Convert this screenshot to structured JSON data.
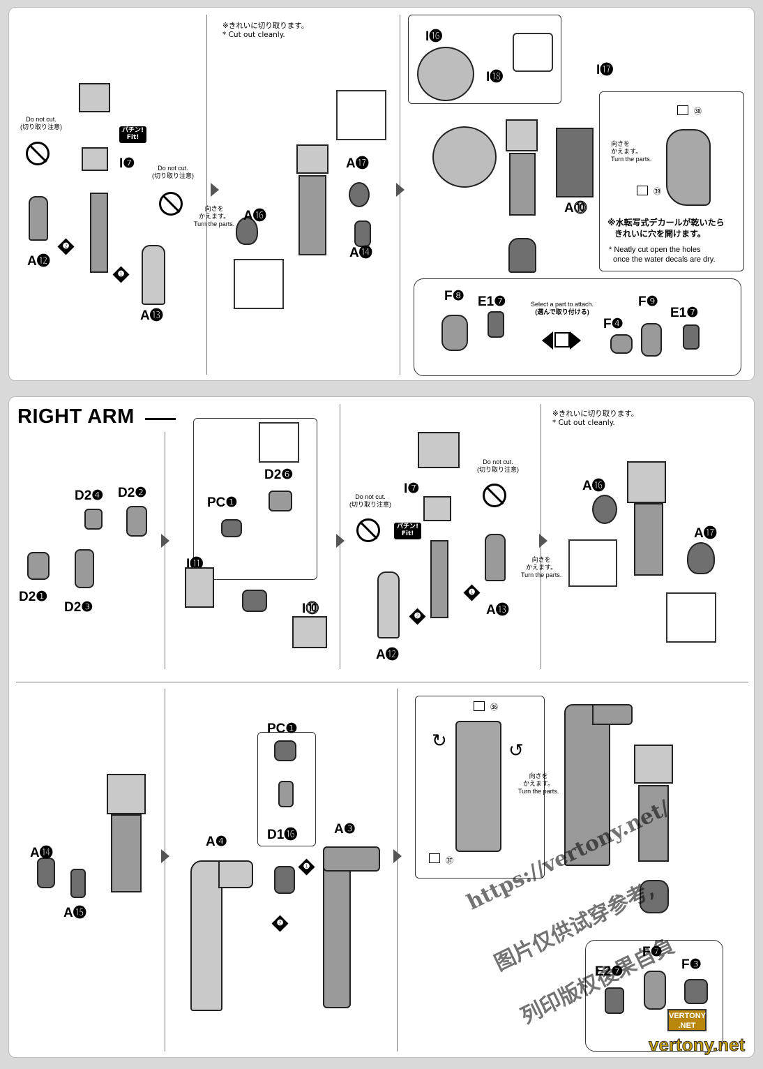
{
  "top": {
    "panel1": {
      "no_cut_a": {
        "en": "Do not cut.",
        "jp": "(切り取り注意)"
      },
      "no_cut_b": {
        "en": "Do not cut.",
        "jp": "(切り取り注意)"
      },
      "fit": {
        "jp": "パチン!",
        "en": "Fit!"
      },
      "labels": [
        "I❼",
        "A⓬",
        "A⓭"
      ],
      "steps": [
        "❷",
        "❶"
      ]
    },
    "panel2": {
      "cut_note": {
        "jp": "※きれいに切り取ります。",
        "en": "* Cut out cleanly."
      },
      "turn": {
        "jp1": "向きを",
        "jp2": "かえます。",
        "en": "Turn the parts."
      },
      "labels": [
        "A⓰",
        "A⓱",
        "A⓮"
      ]
    },
    "panel3": {
      "turn": {
        "jp1": "向きを",
        "jp2": "かえます。",
        "en": "Turn the parts."
      },
      "labels": [
        "I⓰",
        "I⓲",
        "I⓱",
        "A⓾"
      ],
      "decals": [
        "㊳",
        "㊴"
      ],
      "holes_note": {
        "jp1": "※水転写式デカールが乾いたら",
        "jp2": "きれいに穴を開けます。",
        "en1": "* Neatly cut open the holes",
        "en2": "once the water decals are dry."
      },
      "hand_labels": [
        "F❽",
        "E1❼",
        "F❾",
        "F❹",
        "E1❼"
      ],
      "select": {
        "en": "Select a part to attach.",
        "jp": "(選んで取り付ける)"
      }
    }
  },
  "bottom": {
    "title": "RIGHT ARM",
    "row1": {
      "p1_labels": [
        "D2❹",
        "D2❷",
        "D2❶",
        "D2❸"
      ],
      "p2_labels": [
        "D2❻",
        "PC❶",
        "I⓫",
        "I⓾"
      ],
      "p3": {
        "no_cut_a": {
          "en": "Do not cut.",
          "jp": "(切り取り注意)"
        },
        "no_cut_b": {
          "en": "Do not cut.",
          "jp": "(切り取り注意)"
        },
        "fit": {
          "jp": "パチン!",
          "en": "Fit!"
        },
        "turn": {
          "jp1": "向きを",
          "jp2": "かえます。",
          "en": "Turn the parts."
        },
        "labels": [
          "I❼",
          "A⓬",
          "A⓭"
        ],
        "steps": [
          "❷",
          "❶"
        ]
      },
      "p4": {
        "cut_note": {
          "jp": "※きれいに切り取ります。",
          "en": "* Cut out cleanly."
        },
        "labels": [
          "A⓰",
          "A⓱"
        ]
      }
    },
    "row2": {
      "p1_labels": [
        "A⓮",
        "A⓯"
      ],
      "p2_labels": [
        "A❹",
        "PC❶",
        "D1⓰",
        "A❸"
      ],
      "p2_steps": [
        "❶",
        "❷"
      ],
      "p3": {
        "decals": [
          "㊱",
          "㊲"
        ],
        "turn": {
          "jp1": "向きを",
          "jp2": "かえます。",
          "en": "Turn the parts."
        },
        "hand_labels": [
          "F❼",
          "E2❼",
          "F❸"
        ]
      }
    }
  },
  "watermark": {
    "url": "https://vertony.net/",
    "line1": "图片仅供试穿参考,",
    "line2": "列印版权後果自負"
  },
  "badge": {
    "line1": "VERTONY",
    "line2": ".NET"
  },
  "site": "vertony.net"
}
